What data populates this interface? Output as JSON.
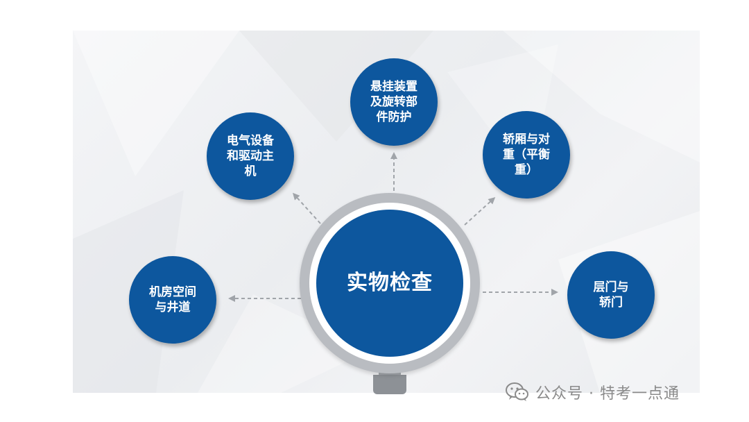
{
  "diagram": {
    "center": {
      "label": "实物检查"
    },
    "nodes": [
      {
        "id": "suspension",
        "label": "悬挂装置\n及旋转部\n件防护"
      },
      {
        "id": "electrical",
        "label": "电气设备\n和驱动主\n机"
      },
      {
        "id": "car-counterweight",
        "label": "轿厢与对\n重（平衡\n重）"
      },
      {
        "id": "machine-room",
        "label": "机房空间\n与井道"
      },
      {
        "id": "doors",
        "label": "层门与\n轿门"
      }
    ]
  },
  "watermark": {
    "icon": "wechat-icon",
    "text": "公众号 · 特考一点通"
  },
  "colors": {
    "node_fill": "#0d579e",
    "ring": "#b9bcc1",
    "arrow": "#a0a4a9",
    "watermark": "#8a8a8a"
  }
}
